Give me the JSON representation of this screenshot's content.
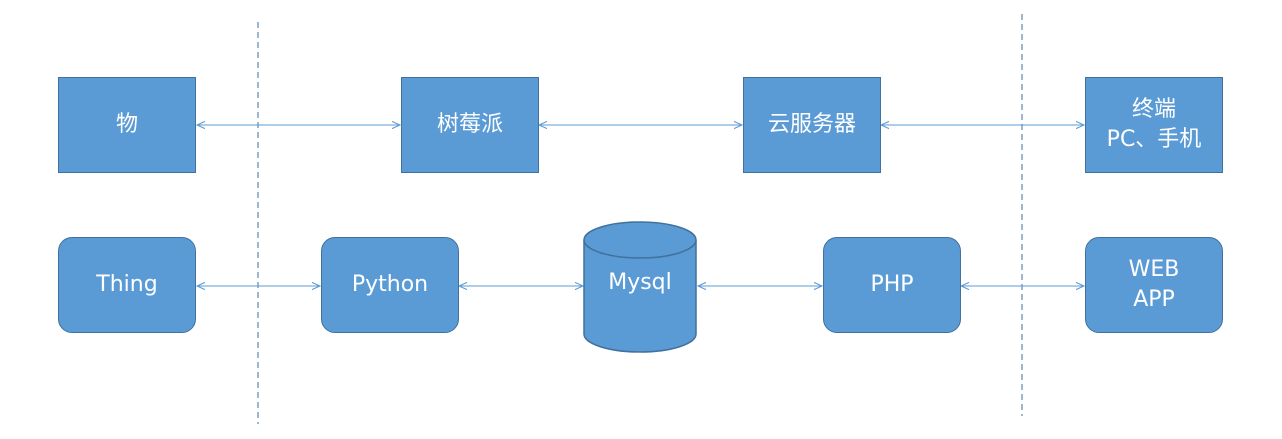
{
  "colors": {
    "node_fill": "#5b9bd5",
    "node_border": "#41719c",
    "connector": "#5b9bd5",
    "divider": "#41719c",
    "text": "#ffffff",
    "background": "#ffffff"
  },
  "top_row": {
    "thing": {
      "lines": [
        "物"
      ]
    },
    "raspberry_pi": {
      "lines": [
        "树莓派"
      ]
    },
    "cloud_server": {
      "lines": [
        "云服务器"
      ]
    },
    "terminal": {
      "lines": [
        "终端",
        "PC、手机"
      ]
    }
  },
  "bottom_row": {
    "thing": {
      "lines": [
        "Thing"
      ]
    },
    "python": {
      "lines": [
        "Python"
      ]
    },
    "mysql": {
      "lines": [
        "Mysql"
      ],
      "shape": "cylinder-icon"
    },
    "php": {
      "lines": [
        "PHP"
      ]
    },
    "web_app": {
      "lines": [
        "WEB",
        "APP"
      ]
    }
  }
}
